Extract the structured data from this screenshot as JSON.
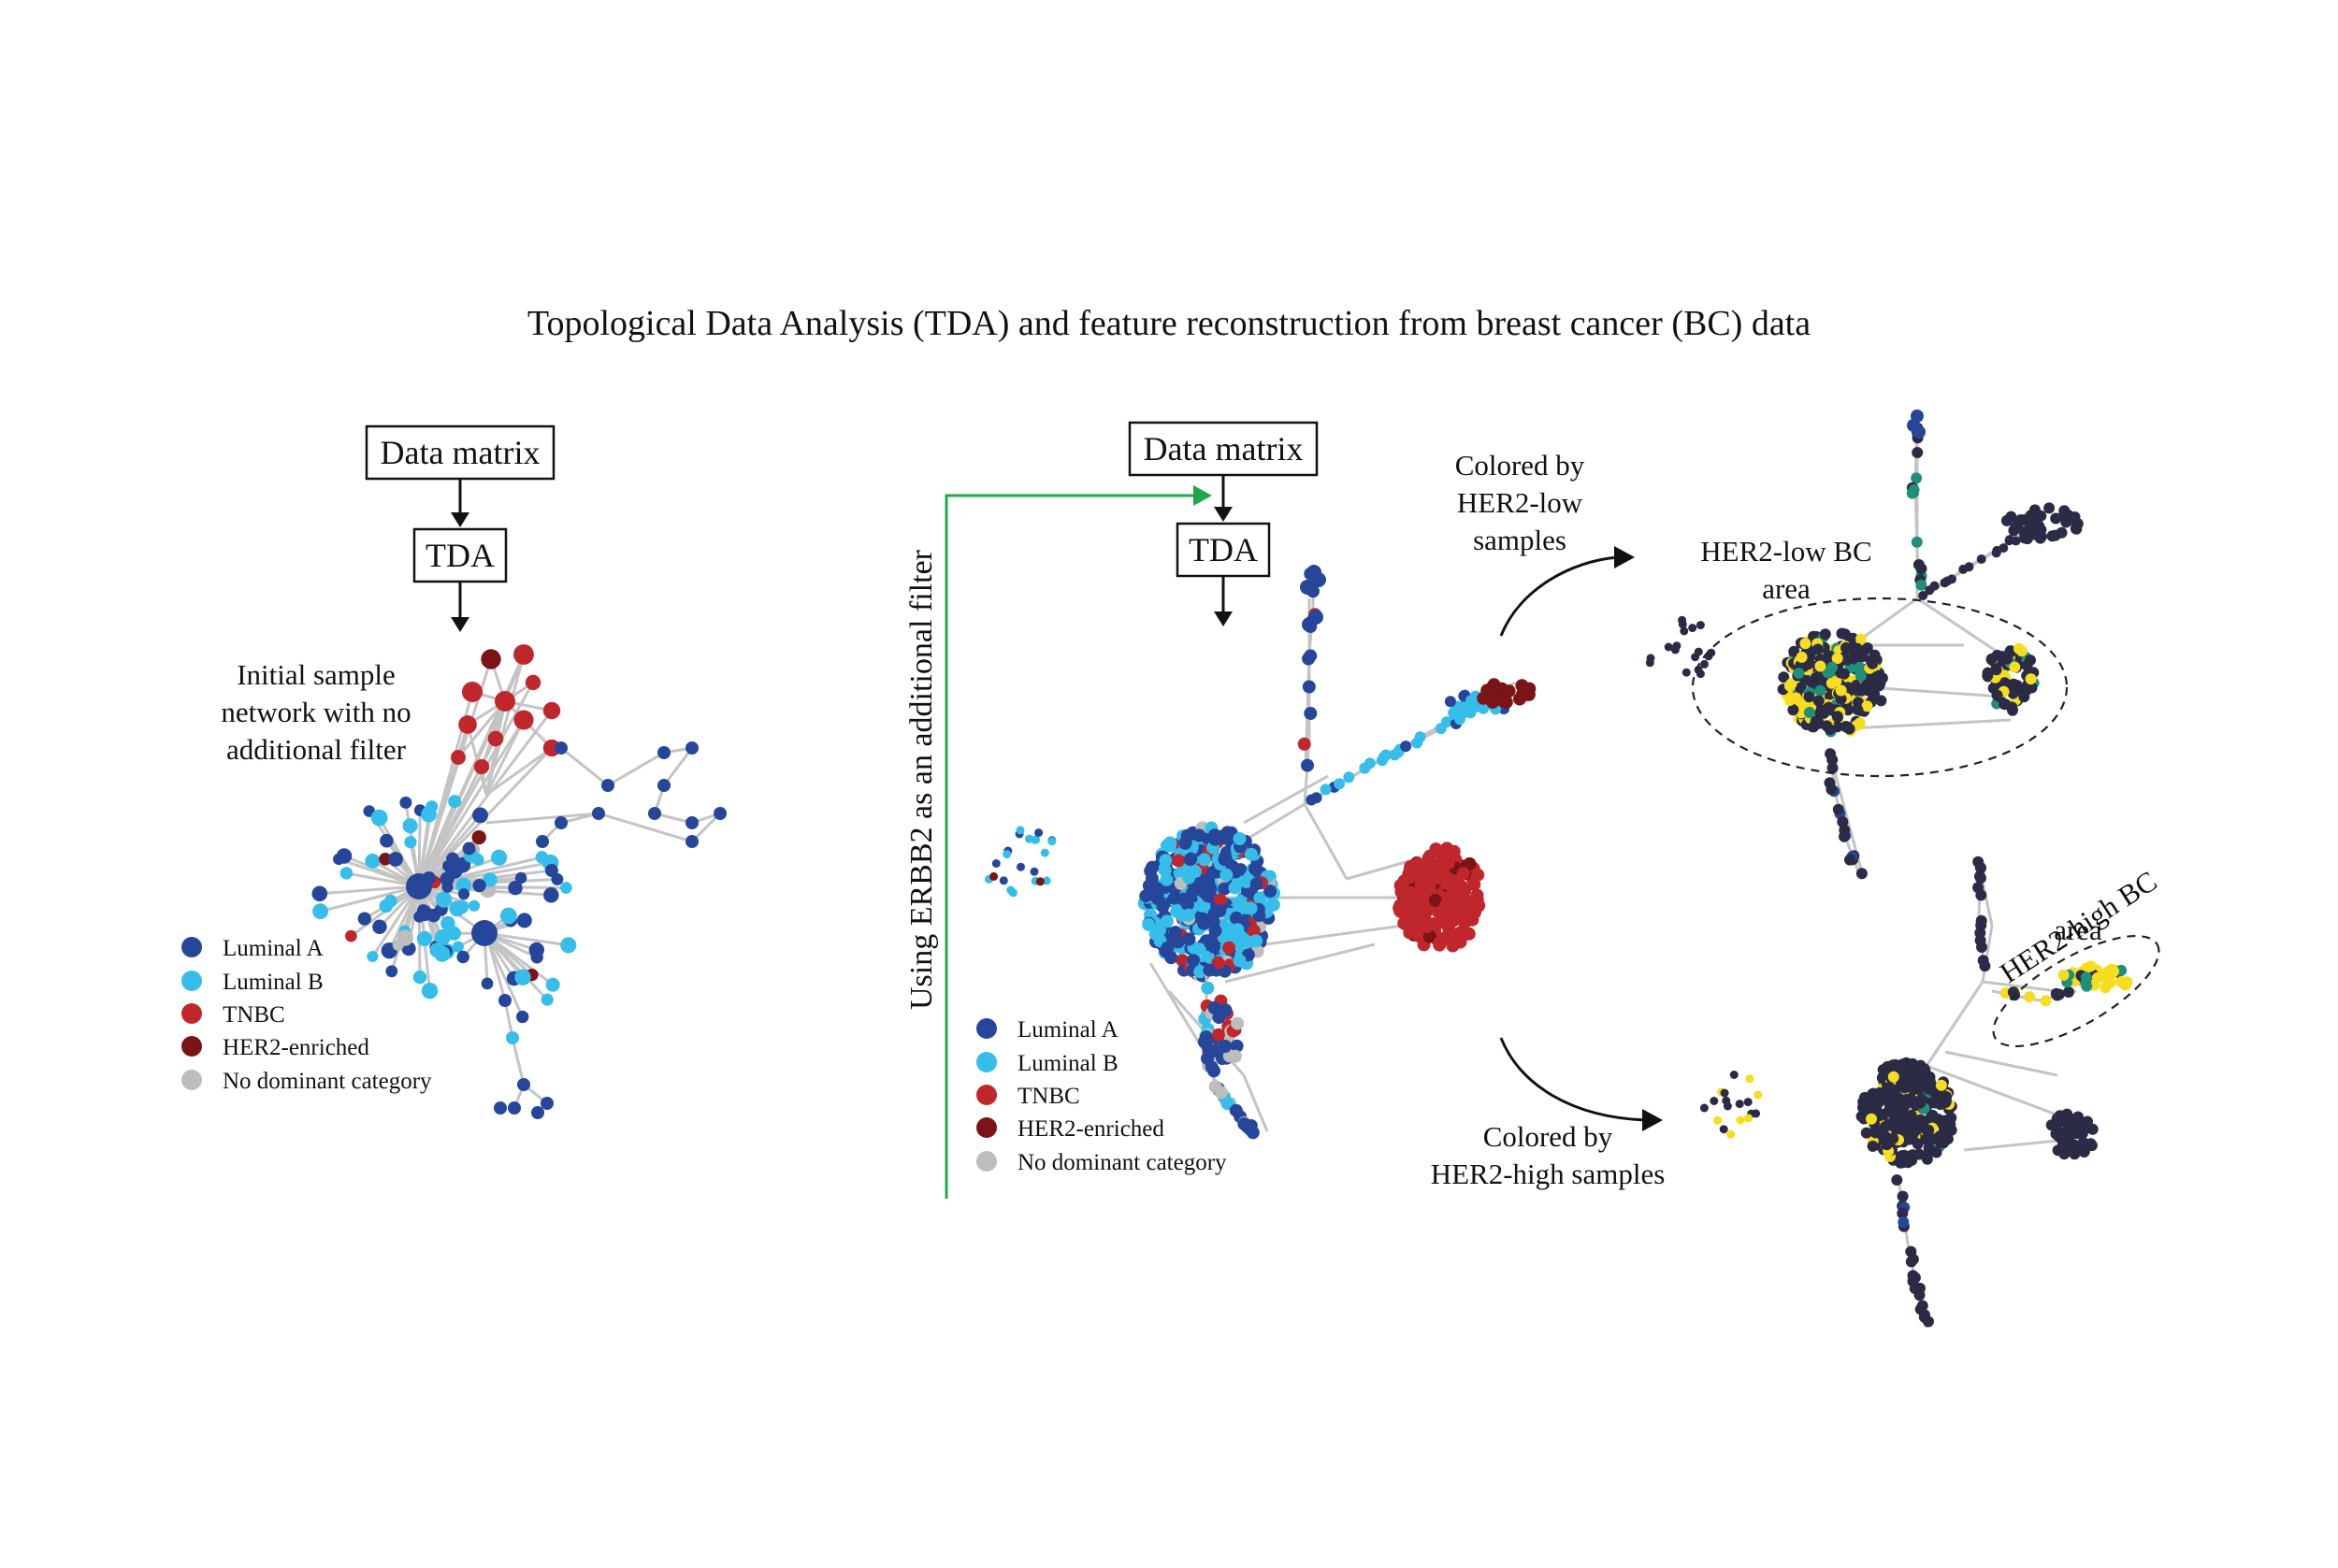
{
  "title": "Topological Data Analysis (TDA) and feature reconstruction from breast cancer (BC) data",
  "panel_left": {
    "box_data_matrix": "Data matrix",
    "box_tda": "TDA",
    "caption_lines": [
      "Initial sample",
      "network with no",
      "additional filter"
    ]
  },
  "panel_middle": {
    "box_data_matrix": "Data matrix",
    "box_tda": "TDA",
    "filter_label": "Using ERBB2 as an additional filter"
  },
  "panel_right": {
    "colored_low_lines": [
      "Colored by",
      "HER2-low",
      "samples"
    ],
    "area_low_lines": [
      "HER2-low BC",
      "area"
    ],
    "colored_high_lines": [
      "Colored by",
      "HER2-high samples"
    ],
    "area_high_lines": [
      "HER2-high BC",
      "area"
    ]
  },
  "legend": [
    {
      "label": "Luminal A",
      "color": "#26469a"
    },
    {
      "label": "Luminal B",
      "color": "#36bde9"
    },
    {
      "label": "TNBC",
      "color": "#c0272d"
    },
    {
      "label": "HER2-enriched",
      "color": "#7a1416"
    },
    {
      "label": "No dominant category",
      "color": "#bdbdbd"
    }
  ],
  "colors": {
    "luminal_a": "#26469a",
    "luminal_b": "#36bde9",
    "tnbc": "#c0272d",
    "her2_enriched": "#7a1416",
    "no_dominant": "#bdbdbd",
    "her2_highlight": "#f6dd1f",
    "dark_node": "#2b2b45",
    "teal_node": "#1f8f7a",
    "green_arrow": "#1fa84a",
    "edge": "#c4c4c4"
  }
}
